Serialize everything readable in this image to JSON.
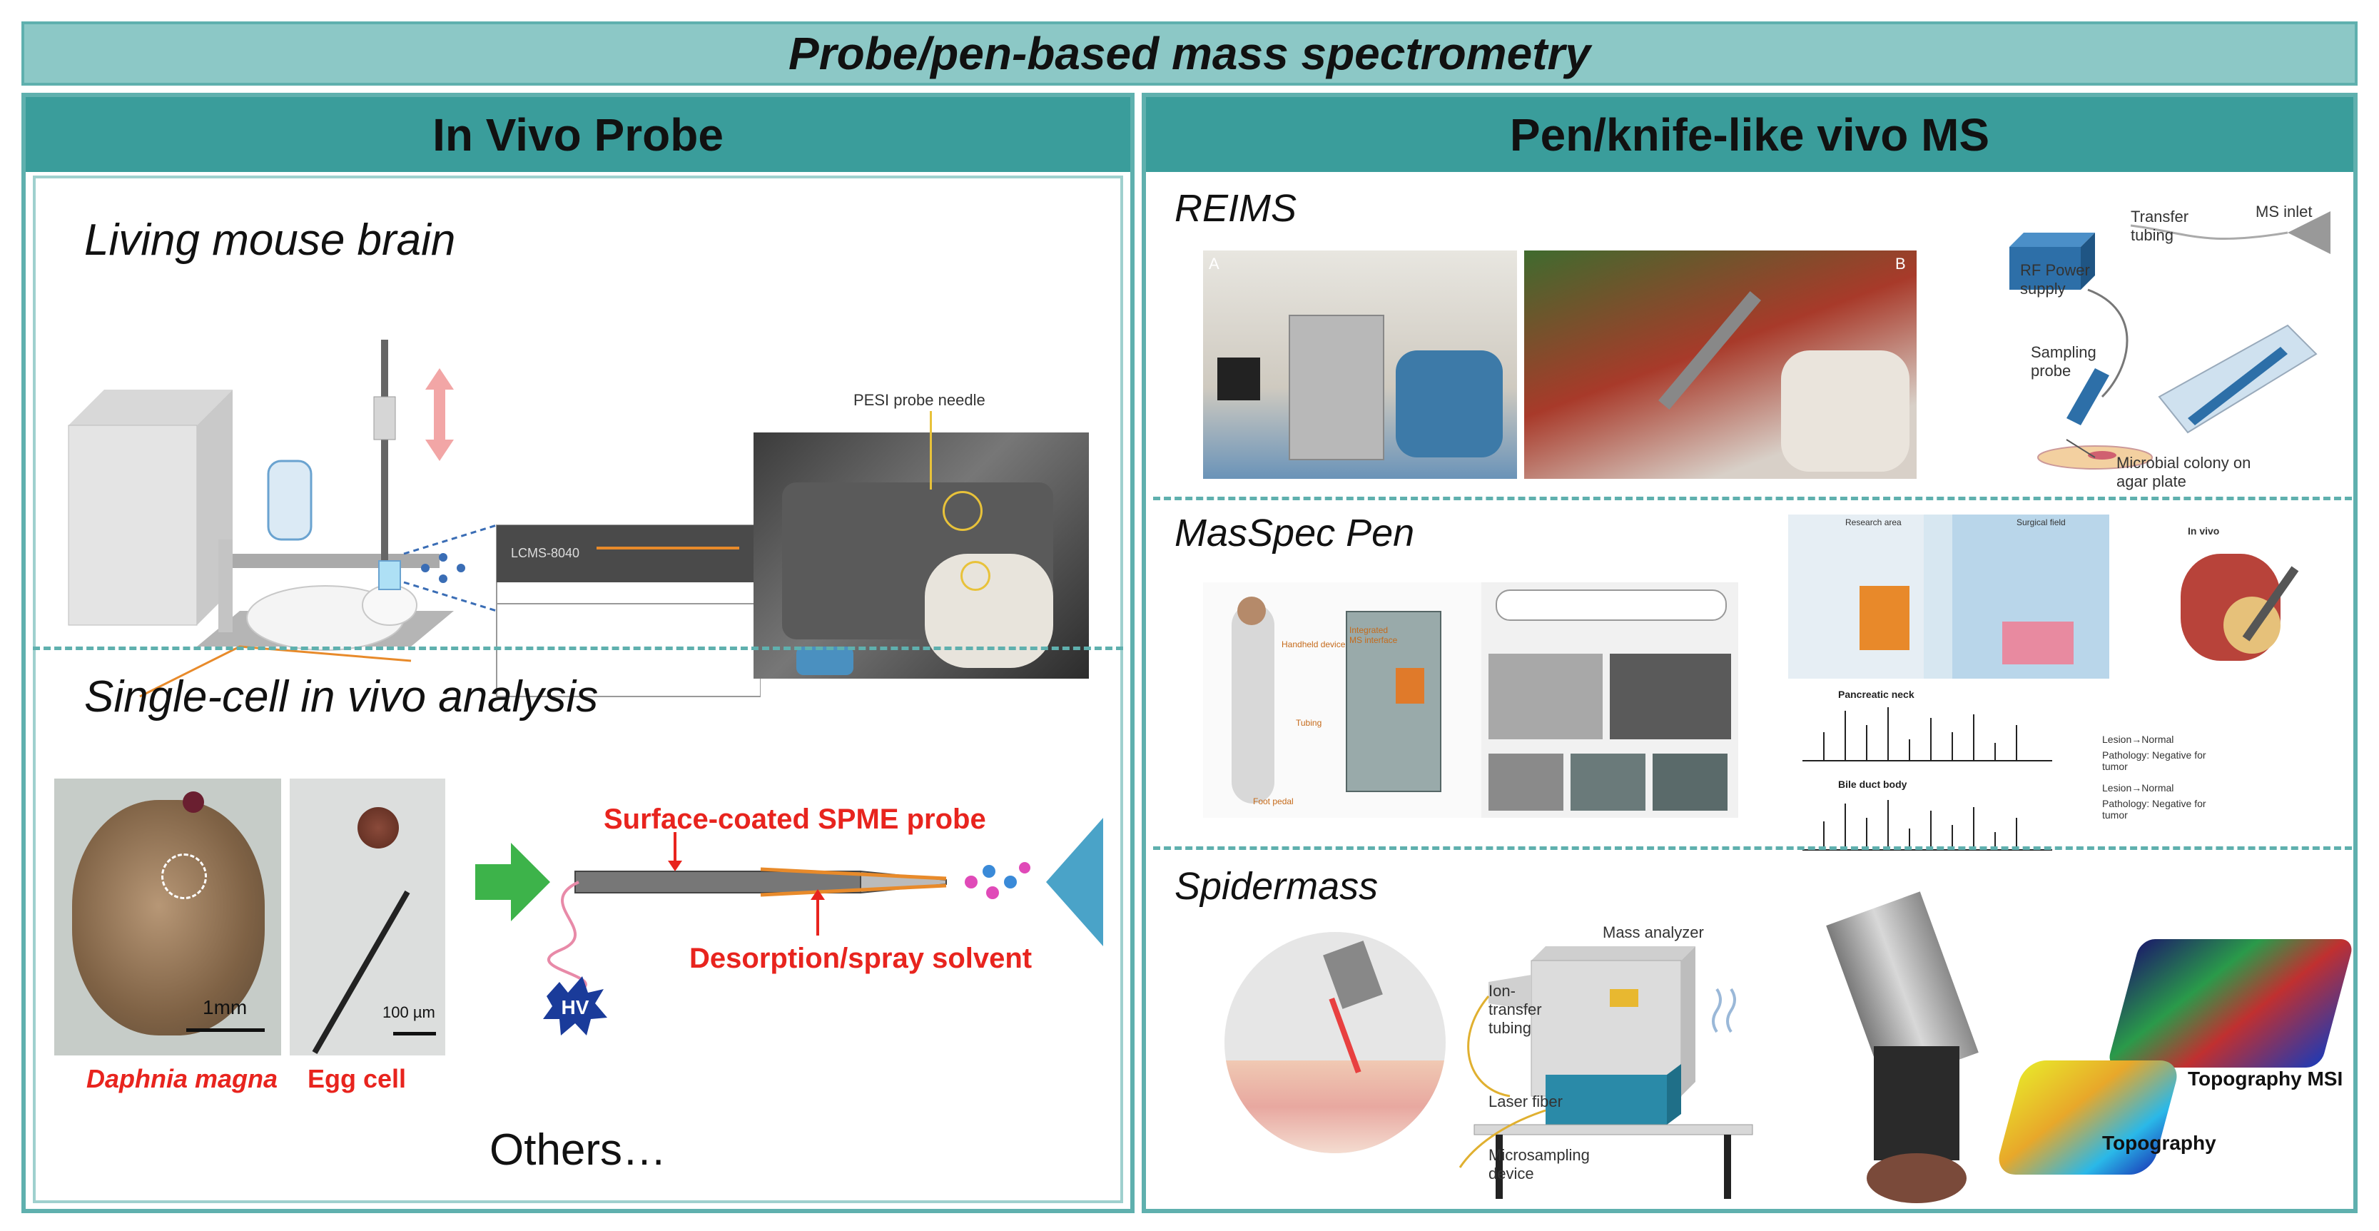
{
  "title": "Probe/pen-based mass spectrometry",
  "left": {
    "header": "In Vivo Probe",
    "brain": {
      "title": "Living mouse brain",
      "instrument_label": "LCMS-8040",
      "needle_label": "PESI probe needle"
    },
    "cell": {
      "title": "Single-cell in vivo analysis",
      "daphnia_label": "Daphnia magna",
      "egg_label": "Egg cell",
      "scale_1": "1mm",
      "scale_2": "100 µm",
      "probe_label": "Surface-coated SPME probe",
      "solvent_label": "Desorption/spray solvent",
      "hv_label": "HV",
      "others": "Others…"
    }
  },
  "right": {
    "header": "Pen/knife-like vivo MS",
    "reims": {
      "title": "REIMS",
      "photo_a": "A",
      "photo_b": "B",
      "rf_label": "RF Power supply",
      "tubing_label": "Transfer tubing",
      "inlet_label": "MS inlet",
      "probe_label": "Sampling probe",
      "colony_label": "Microbial colony on agar plate"
    },
    "masspec": {
      "title": "MasSpec Pen",
      "handheld": "Handheld device",
      "tubing": "Tubing",
      "foot": "Foot pedal",
      "interface": "Integrated MS interface",
      "research": "Research area",
      "surgical": "Surgical field",
      "invivo": "In vivo",
      "pancreatic": "Pancreatic neck",
      "bile": "Bile duct body",
      "lesion1": "Lesion→Normal",
      "pathology1": "Pathology: Negative for tumor",
      "lesion2": "Lesion→Normal",
      "pathology2": "Pathology: Negative for tumor"
    },
    "spider": {
      "title": "Spidermass",
      "analyzer": "Mass analyzer",
      "ion_tubing": "Ion-transfer tubing",
      "laser": "Laser fiber",
      "micro": "Microsampling device",
      "topo_msi": "Topography MSI",
      "topo": "Topography"
    }
  }
}
